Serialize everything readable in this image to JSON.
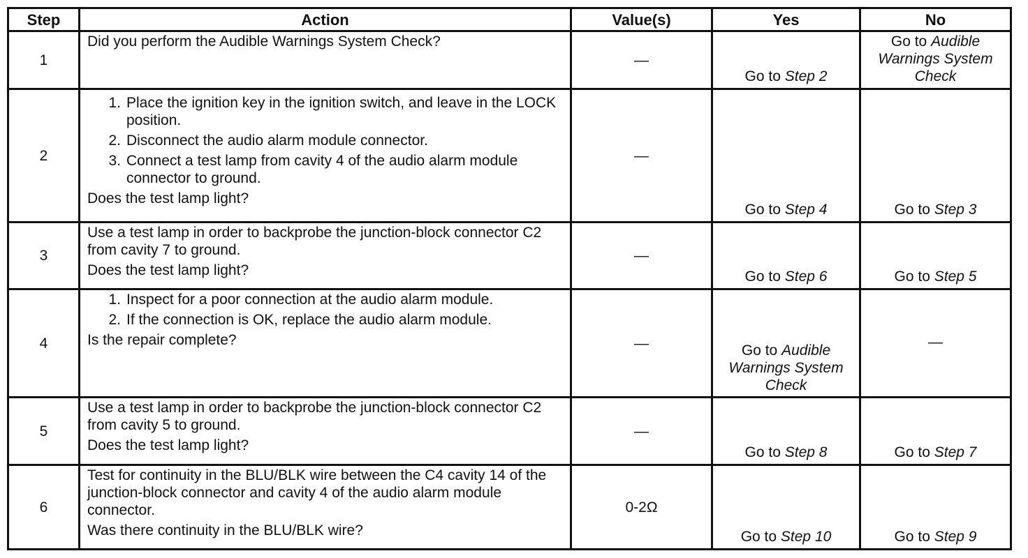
{
  "table": {
    "headers": {
      "step": "Step",
      "action": "Action",
      "value": "Value(s)",
      "yes": "Yes",
      "no": "No"
    },
    "rows": [
      {
        "step": "1",
        "action_text": "Did you perform the Audible Warnings System Check?",
        "value": "—",
        "yes_prefix": "Go to",
        "yes_ref": "Step 2",
        "no_prefix": "Go to",
        "no_ref": "Audible Warnings System Check"
      },
      {
        "step": "2",
        "substeps": [
          {
            "num": "1.",
            "text": "Place the ignition key in the ignition switch, and leave in the LOCK position."
          },
          {
            "num": "2.",
            "text": "Disconnect the audio alarm module connector."
          },
          {
            "num": "3.",
            "text": "Connect a test lamp from cavity 4 of the audio alarm module connector to ground."
          }
        ],
        "question": "Does the test lamp light?",
        "value": "—",
        "yes_prefix": "Go to",
        "yes_ref": "Step 4",
        "no_prefix": "Go to",
        "no_ref": "Step 3"
      },
      {
        "step": "3",
        "action_text": "Use a test lamp in order to backprobe the junction-block connector C2 from cavity 7 to ground.",
        "question": "Does the test lamp light?",
        "value": "—",
        "yes_prefix": "Go to",
        "yes_ref": "Step 6",
        "no_prefix": "Go to",
        "no_ref": "Step 5"
      },
      {
        "step": "4",
        "substeps": [
          {
            "num": "1.",
            "text": "Inspect for a poor connection at the audio alarm module."
          },
          {
            "num": "2.",
            "text": "If the connection is OK, replace the audio alarm module."
          }
        ],
        "question": "Is the repair complete?",
        "value": "—",
        "yes_prefix": "Go to",
        "yes_ref": "Audible Warnings System Check",
        "no_text": "—"
      },
      {
        "step": "5",
        "action_text": "Use a test lamp in order to backprobe the junction-block connector C2 from cavity 5 to ground.",
        "question": "Does the test lamp light?",
        "value": "—",
        "yes_prefix": "Go to",
        "yes_ref": "Step 8",
        "no_prefix": "Go to",
        "no_ref": "Step 7"
      },
      {
        "step": "6",
        "action_text": "Test for continuity in the BLU/BLK wire between the C4 cavity 14 of the junction-block connector and cavity 4 of the audio alarm module connector.",
        "question": "Was there continuity in the BLU/BLK wire?",
        "value": "0-2Ω",
        "yes_prefix": "Go to",
        "yes_ref": "Step 10",
        "no_prefix": "Go to",
        "no_ref": "Step 9"
      }
    ]
  }
}
